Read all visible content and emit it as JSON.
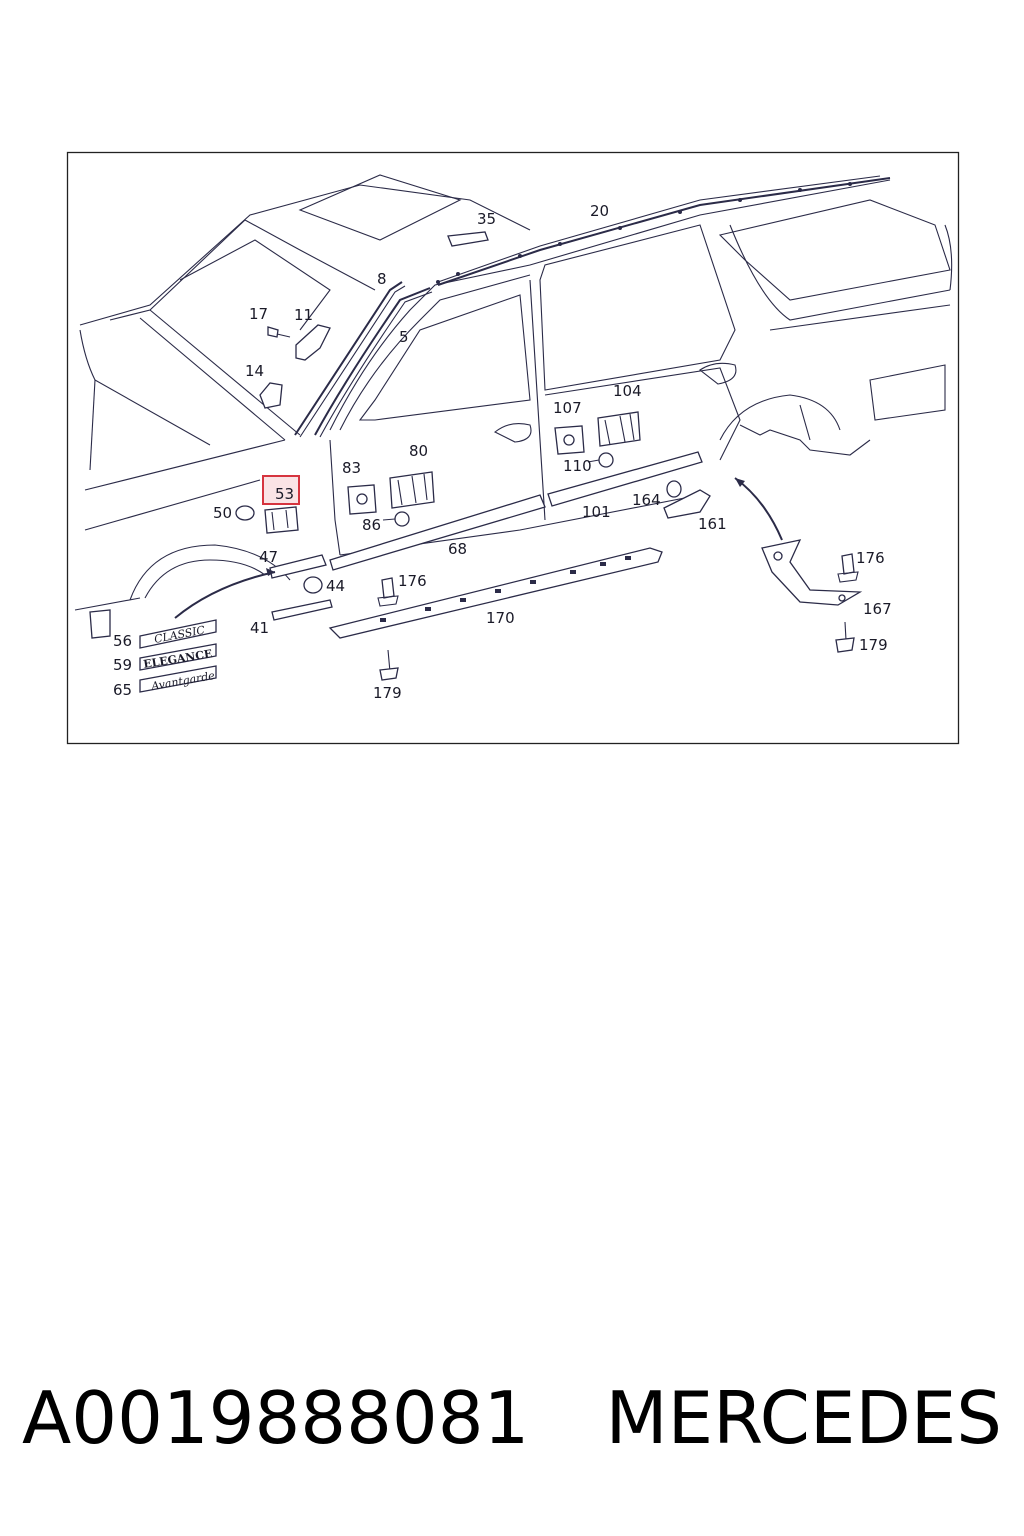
{
  "diagram": {
    "labels": [
      "35",
      "20",
      "8",
      "17",
      "11",
      "5",
      "14",
      "104",
      "107",
      "80",
      "83",
      "110",
      "53",
      "50",
      "164",
      "86",
      "101",
      "161",
      "68",
      "47",
      "176",
      "44",
      "176",
      "167",
      "170",
      "41",
      "56",
      "59",
      "65",
      "179",
      "179"
    ],
    "emblems": [
      "CLASSIC",
      "ELEGANCE",
      "Avantgarde"
    ],
    "highlight_label": "53",
    "highlight_color": "#d6343f"
  },
  "footer": {
    "part_number": "A0019888081",
    "brand": "MERCEDES"
  }
}
